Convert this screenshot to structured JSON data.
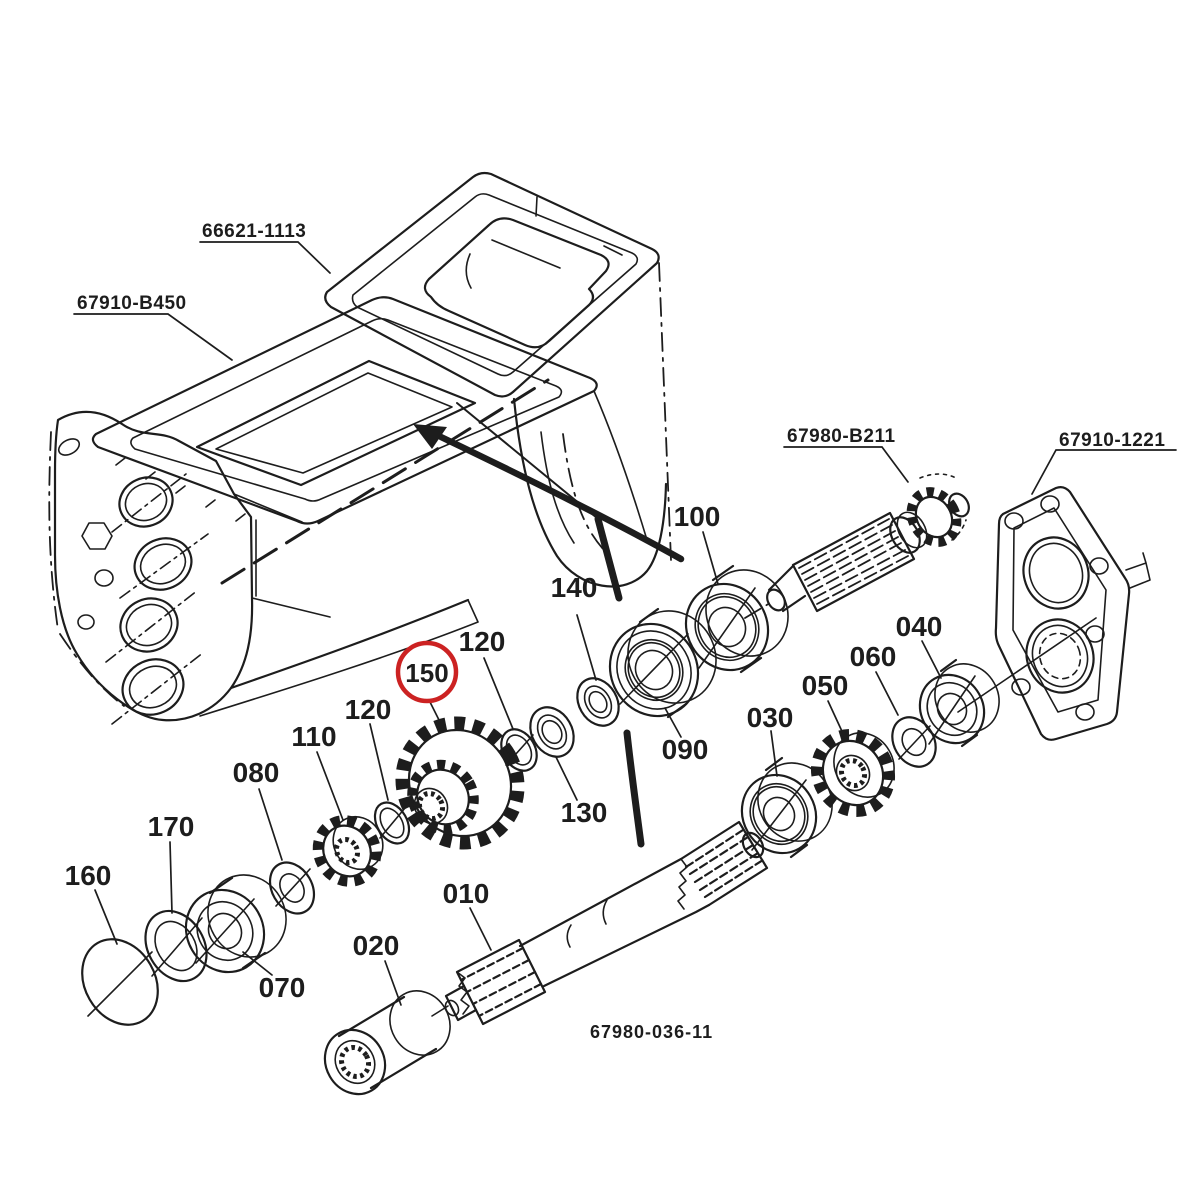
{
  "colors": {
    "background": "#ffffff",
    "line": "#1d1d1d",
    "highlight_circle": "#cc2222"
  },
  "part_numbers": {
    "top_case": "66621-1113",
    "main_case": "67910-B450",
    "input_shaft": "67980-B211",
    "side_cover": "67910-1221",
    "drawing_code": "67980-036-11"
  },
  "callouts": {
    "c010": "010",
    "c020": "020",
    "c030": "030",
    "c040": "040",
    "c050": "050",
    "c060": "060",
    "c070": "070",
    "c080": "080",
    "c090": "090",
    "c100": "100",
    "c110": "110",
    "c120a": "120",
    "c120b": "120",
    "c130": "130",
    "c140": "140",
    "c150": "150",
    "c160": "160",
    "c170": "170"
  },
  "highlighted_callout": "150"
}
